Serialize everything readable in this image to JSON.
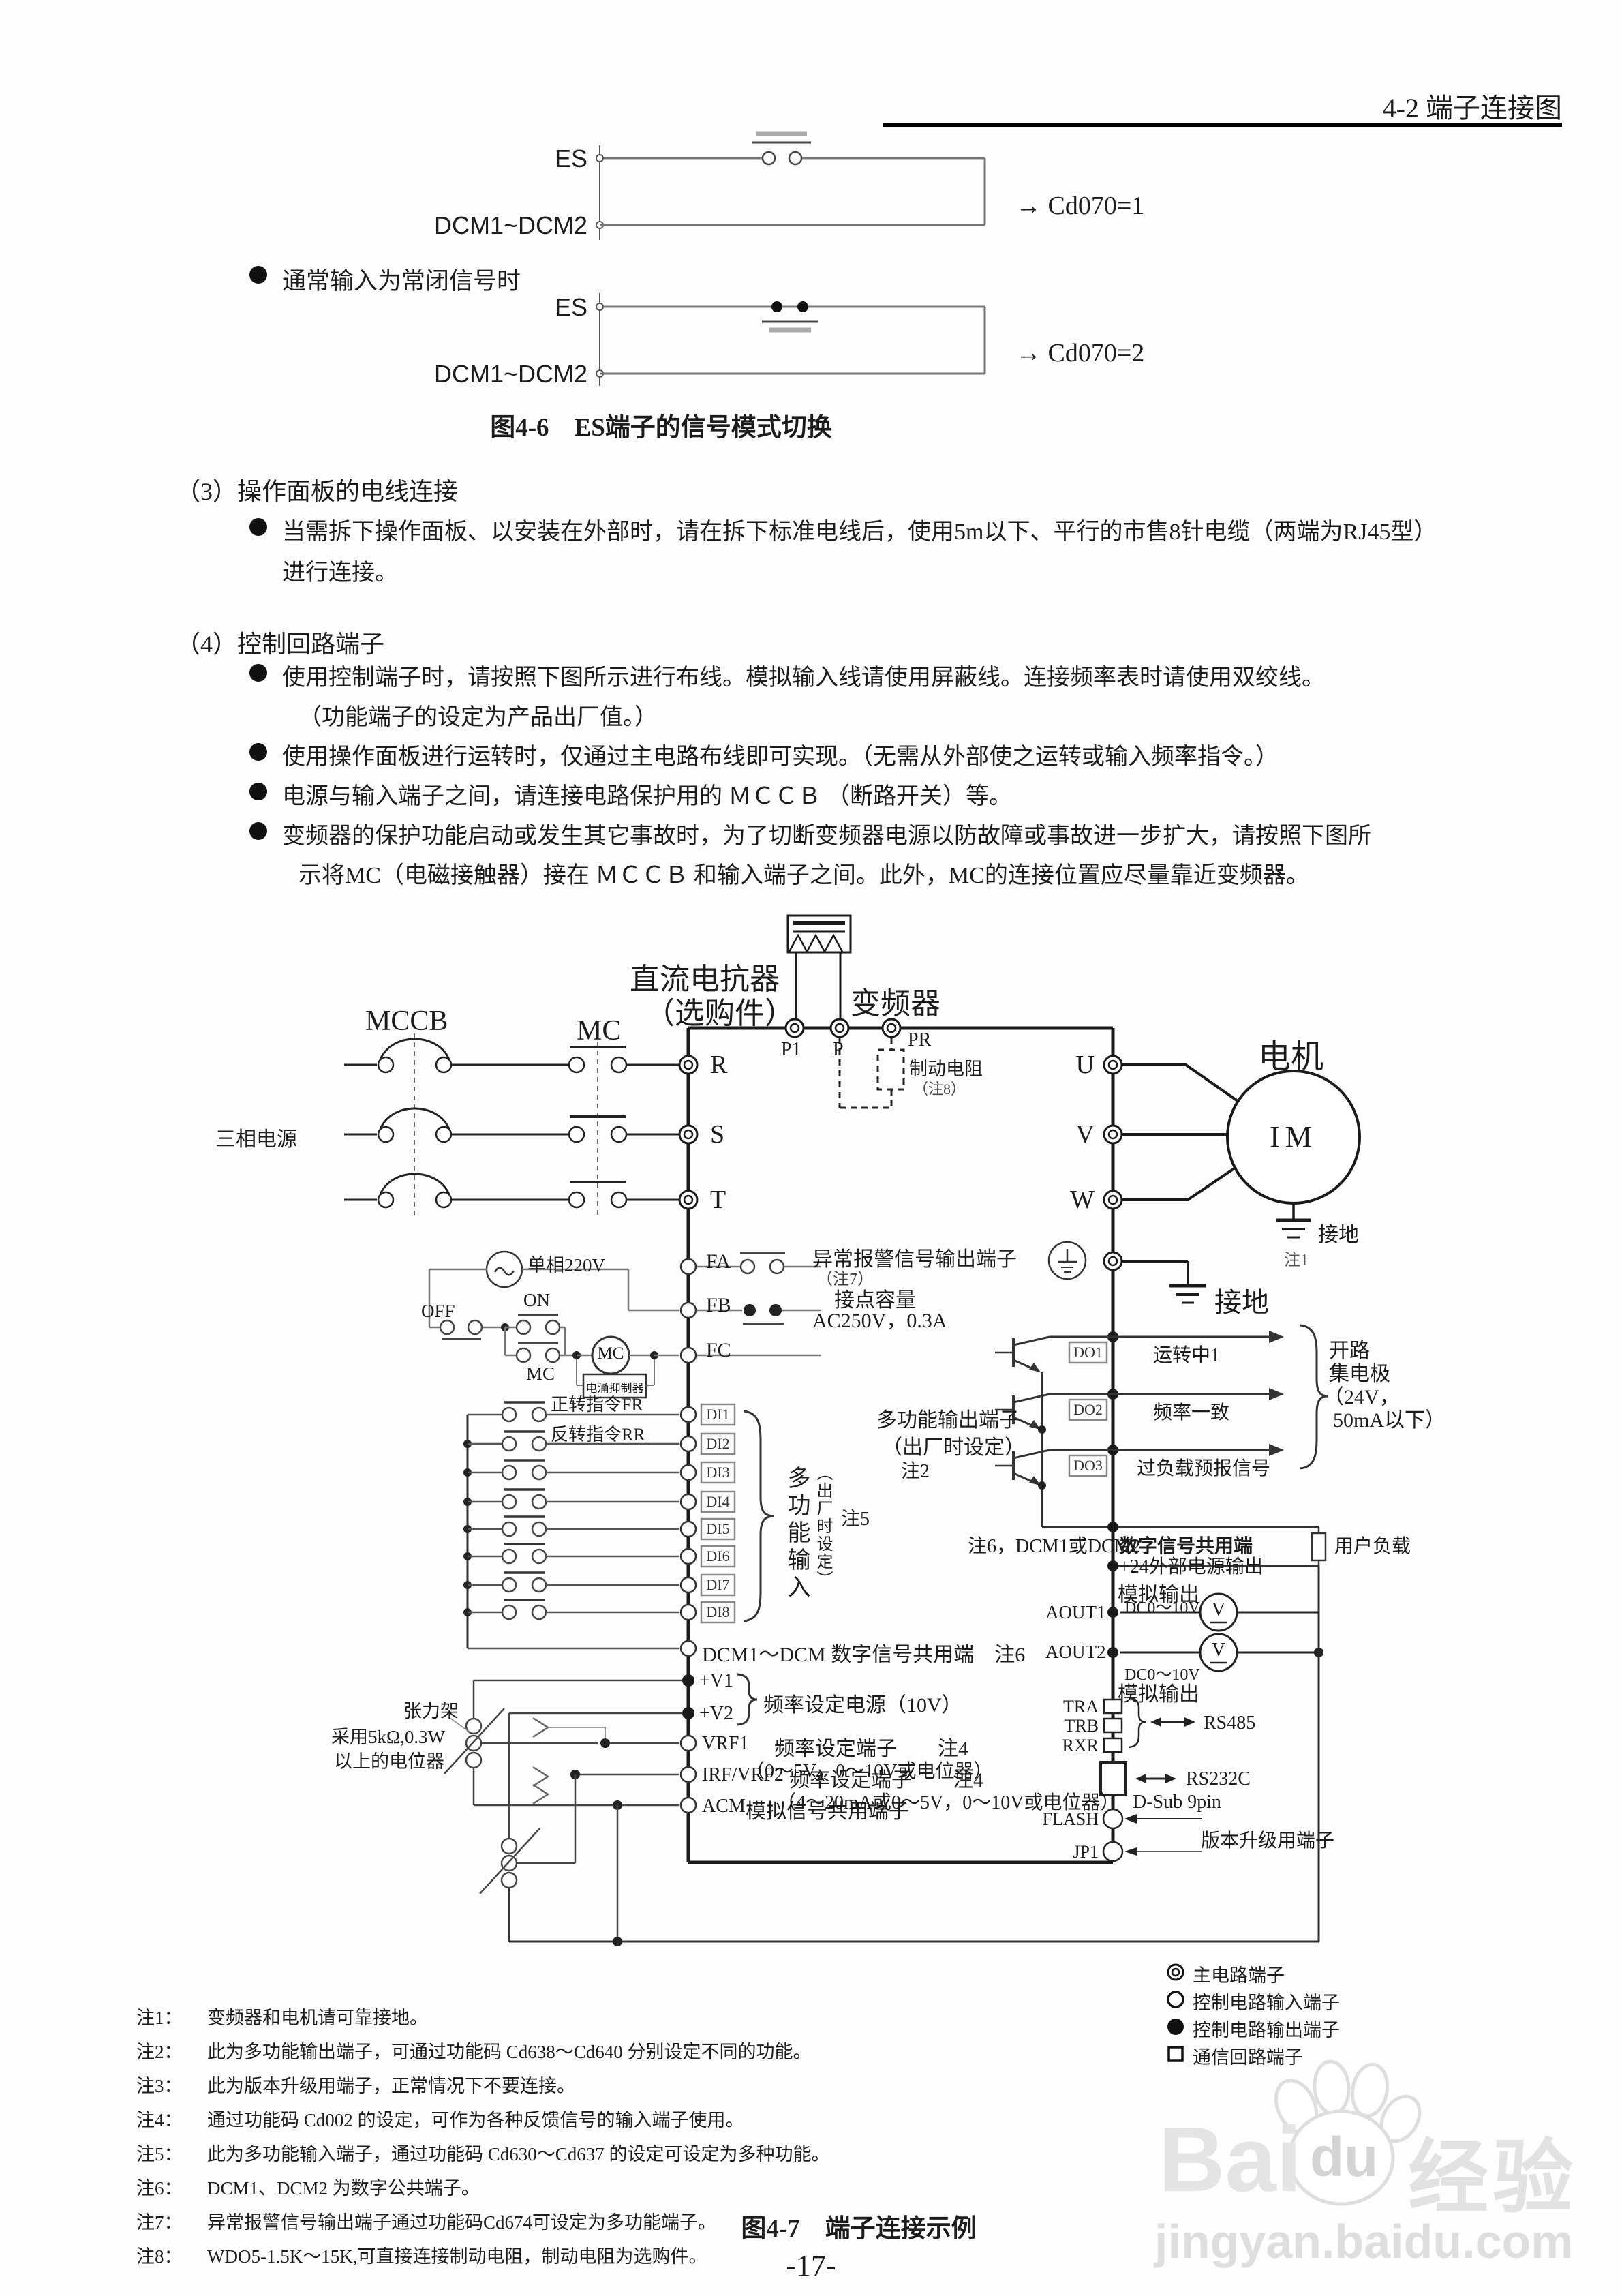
{
  "header": {
    "title": "4-2 端子连接图"
  },
  "fig46": {
    "es_top": "ES",
    "dcm_top": "DCM1~DCM2",
    "result_top": "→ Cd070=1",
    "bullet": "通常输入为常闭信号时",
    "es_bottom": "ES",
    "dcm_bottom": "DCM1~DCM2",
    "result_bottom": "→ Cd070=2",
    "caption": "图4-6　ES端子的信号模式切换"
  },
  "section3": {
    "heading": "（3）操作面板的电线连接",
    "b1l1": "当需拆下操作面板、以安装在外部时，请在拆下标准电线后，使用5m以下、平行的市售8针电缆（两端为RJ45型）",
    "b1l2": "进行连接。"
  },
  "section4": {
    "heading": "（4）控制回路端子",
    "b1l1": "使用控制端子时，请按照下图所示进行布线。模拟输入线请使用屏蔽线。连接频率表时请使用双绞线。",
    "b1l2": "（功能端子的设定为产品出厂值。）",
    "b2": "使用操作面板进行运转时，仅通过主电路布线即可实现。（无需从外部使之运转或输入频率指令。）",
    "b3": "电源与输入端子之间，请连接电路保护用的 ＭＣＣＢ （断路开关）等。",
    "b4l1": "变频器的保护功能启动或发生其它事故时，为了切断变频器电源以防故障或事故进一步扩大，请按照下图所",
    "b4l2": "示将MC（电磁接触器）接在 ＭＣＣＢ 和输入端子之间。此外，MC的连接位置应尽量靠近变频器。"
  },
  "diagram": {
    "mccb": "MCCB",
    "mc_breaker": "MC",
    "three_phase": "三相电源",
    "reactor_l1": "直流电抗器",
    "reactor_l2": "（选购件）",
    "inverter": "变频器",
    "p1": "P1",
    "p": "P",
    "pr": "PR",
    "brake_res": "制动电阻",
    "brake_note": "（注8）",
    "r": "R",
    "s": "S",
    "t": "T",
    "u": "U",
    "v": "V",
    "w": "W",
    "motor": "电机",
    "im": "IM",
    "motor_ground": "接地",
    "note1": "注1",
    "inverter_ground": "接地",
    "ac220": "单相220V",
    "on": "ON",
    "off": "OFF",
    "mc_button": "MC",
    "mc_coil": "MC",
    "surge": "电涌抑制器",
    "fa": "FA",
    "fb": "FB",
    "fc": "FC",
    "alarm_l1": "异常报警信号输出端子",
    "alarm_l2": "（注7）",
    "alarm_l3": "接点容量",
    "alarm_l4": "AC250V，0.3A",
    "fwd": "正转指令FR",
    "rev": "反转指令RR",
    "di": [
      "DI1",
      "DI2",
      "DI3",
      "DI4",
      "DI5",
      "DI6",
      "DI7",
      "DI8"
    ],
    "multi_in_v1": "多功能输入",
    "multi_in_v2": "（出厂时设定）",
    "note5": "注5",
    "multi_out_l1": "多功能输出端子",
    "multi_out_l2": "（出厂时设定）",
    "note2": "注2",
    "dcm_row": "DCM1～DCM 数字信号共用端　注6",
    "v1": "+V1",
    "v2": "+V2",
    "freq_power": "频率设定电源（10V）",
    "tension": "张力架",
    "pot_l1": "采用5kΩ,0.3W",
    "pot_l2": "以上的电位器",
    "vrf1": "VRF1",
    "vrf1_desc": "频率设定端子　　注4",
    "vrf1_range": "（0～5V，0～10V或电位器）",
    "irf": "IRF/VRF2",
    "irf_desc": "频率设定端子　　注4",
    "irf_range": "（4～20mA或0～5V，0～10V或电位器）",
    "acm": "ACM",
    "acm_desc": "模拟信号共用端子",
    "do": [
      "DO1",
      "DO2",
      "DO3"
    ],
    "run": "运转中1",
    "freq_agree": "频率一致",
    "overload": "过负载预报信号",
    "oc_l1": "开路",
    "oc_l2": "集电极",
    "oc_l3": "（24V，",
    "oc_l4": "50mA以下）",
    "note6_dcm": "注6，DCM1或DCM2",
    "dig_common": "数字信号共用端",
    "ext24": "+24外部电源输出",
    "user_load": "用户负载",
    "analog_out_top": "模拟输出",
    "aout1": "AOUT1",
    "aout1_range": "DC0～10V",
    "aout2": "AOUT2",
    "aout2_range": "DC0～10V",
    "analog_out_bottom": "模拟输出",
    "meter_v": "V",
    "tra": "TRA",
    "trb": "TRB",
    "rxr": "RXR",
    "rs485": "RS485",
    "rs232c": "RS232C",
    "dsub": "D-Sub 9pin",
    "flash": "FLASH",
    "jp1": "JP1",
    "upgrade": "版本升级用端子"
  },
  "legend": [
    {
      "label": "主电路端子"
    },
    {
      "label": "控制电路输入端子"
    },
    {
      "label": "控制电路输出端子"
    },
    {
      "label": "通信回路端子"
    }
  ],
  "notes": [
    {
      "id": "注1：",
      "text": "变频器和电机请可靠接地。"
    },
    {
      "id": "注2：",
      "text": "此为多功能输出端子，可通过功能码 Cd638～Cd640 分别设定不同的功能。"
    },
    {
      "id": "注3：",
      "text": "此为版本升级用端子，正常情况下不要连接。"
    },
    {
      "id": "注4：",
      "text": "通过功能码 Cd002 的设定，可作为各种反馈信号的输入端子使用。"
    },
    {
      "id": "注5：",
      "text": "此为多功能输入端子，通过功能码 Cd630～Cd637 的设定可设定为多种功能。"
    },
    {
      "id": "注6：",
      "text": "DCM1、DCM2 为数字公共端子。"
    },
    {
      "id": "注7：",
      "text": "异常报警信号输出端子通过功能码Cd674可设定为多功能端子。"
    },
    {
      "id": "注8：",
      "text": "WDO5-1.5K～15K,可直接连接制动电阻，制动电阻为选购件。"
    }
  ],
  "caption47": "图4-7　端子连接示例",
  "page_number": "-17-",
  "watermark": {
    "bai": "Bai",
    "du": "du",
    "jingyan": "经验",
    "url": "jingyan.baidu.com"
  }
}
